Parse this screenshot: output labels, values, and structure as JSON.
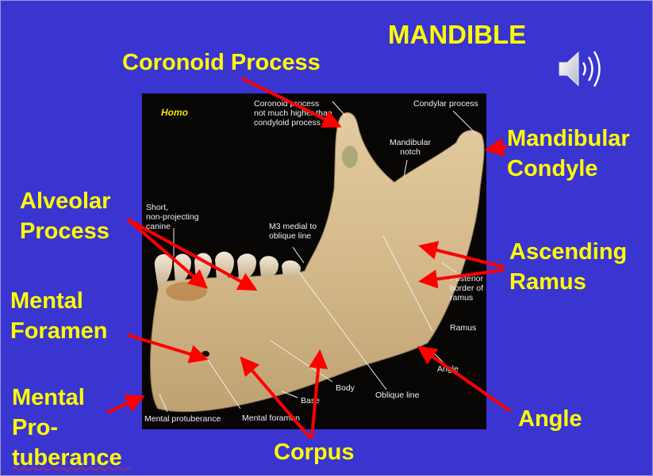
{
  "title": "MANDIBLE",
  "icons": {
    "audio": "speaker-icon"
  },
  "colors": {
    "background": "#3a35d0",
    "label_text": "#ffff00",
    "arrow": "#ff0000",
    "photo_bg": "#080605",
    "bone": "#d8c095"
  },
  "labels": {
    "coronoid_process": "Coronoid Process",
    "mandibular_condyle": [
      "Mandibular",
      "Condyle"
    ],
    "alveolar_process": [
      "Alveolar",
      "Process"
    ],
    "ascending_ramus": [
      "Ascending",
      "Ramus"
    ],
    "mental_foramen": [
      "Mental",
      "Foramen"
    ],
    "mental_protuberance": [
      "Mental",
      "Pro-",
      "tuberance"
    ],
    "angle": "Angle",
    "corpus": "Corpus"
  },
  "photo_annotations": {
    "homo": "Homo",
    "coronoid_note": [
      "Coronoid process",
      "not much higher than",
      "condyloid process"
    ],
    "condylar_process": "Condylar process",
    "mandibular_notch": [
      "Mandibular",
      "notch"
    ],
    "short_canine": [
      "Short,",
      "non-projecting",
      "canine"
    ],
    "m3_medial": [
      "M3 medial to",
      "oblique line"
    ],
    "posterior_border": [
      "Posterior",
      "border of",
      "ramus"
    ],
    "ramus": "Ramus",
    "angle": "Angle",
    "body": "Body",
    "base": "Base",
    "oblique_line": "Oblique line",
    "mental_protuberance": "Mental protuberance",
    "mental_foramen": "Mental foramen"
  }
}
